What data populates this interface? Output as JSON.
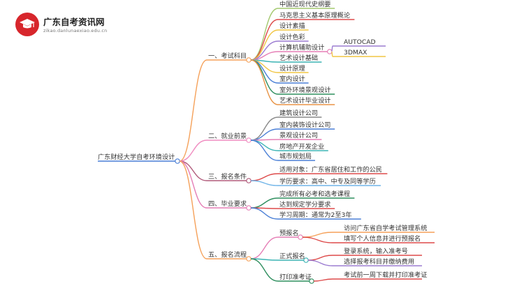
{
  "logo": {
    "name": "广东自考资讯网",
    "url": "zikao.danlunaexiao.edu.cn"
  },
  "root": {
    "label": "广东财经大学自考环境设计"
  },
  "branches": [
    {
      "label": "一、考试科目",
      "color": "#f5a15a",
      "children": [
        {
          "label": "中国近现代史纲要",
          "color": "#a3c86e"
        },
        {
          "label": "马克思主义基本原理概论",
          "color": "#dd4a4a"
        },
        {
          "label": "设计素描",
          "color": "#f0c542"
        },
        {
          "label": "设计色彩",
          "color": "#9b7bd1"
        },
        {
          "label": "计算机辅助设计",
          "color": "#e57fb6",
          "children": [
            {
              "label": "AUTOCAD",
              "color": "#9b7bd1"
            },
            {
              "label": "3DMAX",
              "color": "#f0c542"
            }
          ]
        },
        {
          "label": "艺术设计基础",
          "color": "#3bb4b4"
        },
        {
          "label": "设计原理",
          "color": "#f0c542"
        },
        {
          "label": "室内设计",
          "color": "#4a7fd6"
        },
        {
          "label": "室外环境景观设计",
          "color": "#2f8f5f"
        },
        {
          "label": "艺术设计毕业设计",
          "color": "#e89446"
        }
      ]
    },
    {
      "label": "二、就业前景",
      "color": "#f08cc0",
      "children": [
        {
          "label": "建筑设计公司",
          "color": "#888888"
        },
        {
          "label": "室内装饰设计公司",
          "color": "#4a7fd6"
        },
        {
          "label": "景观设计公司",
          "color": "#e57fb6"
        },
        {
          "label": "房地产开发企业",
          "color": "#3bb4b4"
        },
        {
          "label": "城市规划局",
          "color": "#4a7fd6"
        }
      ]
    },
    {
      "label": "三、报名条件",
      "color": "#b05a7a",
      "children": [
        {
          "label": "适用对象：广东省居住和工作的公民",
          "color": "#dd4a4a"
        },
        {
          "label": "学历要求：高中、中专及同等学历",
          "color": "#6fb4e8"
        }
      ]
    },
    {
      "label": "四、毕业要求",
      "color": "#e57fb6",
      "children": [
        {
          "label": "完成所有必考和选考课程",
          "color": "#2f8f5f"
        },
        {
          "label": "达到规定学分要求",
          "color": "#dd4a4a"
        },
        {
          "label": "学习周期：通常为2至3年",
          "color": "#4a7fd6"
        }
      ]
    },
    {
      "label": "五、报名流程",
      "color": "#f5a15a",
      "children": [
        {
          "label": "预报名",
          "color": "#e57fb6",
          "children": [
            {
              "label": "访问广东省自学考试管理系统",
              "color": "#f5a15a"
            },
            {
              "label": "填写个人信息并进行预报名",
              "color": "#dd4a4a"
            }
          ]
        },
        {
          "label": "正式报名",
          "color": "#3bb4b4",
          "children": [
            {
              "label": "登录系统，输入准考号",
              "color": "#dd4a4a"
            },
            {
              "label": "选择报考科目并缴纳费用",
              "color": "#9b7bd1"
            }
          ]
        },
        {
          "label": "打印准考证",
          "color": "#2f8f5f",
          "children": [
            {
              "label": "考试前一周下载并打印准考证",
              "color": "#dd4a4a"
            }
          ]
        }
      ]
    }
  ]
}
